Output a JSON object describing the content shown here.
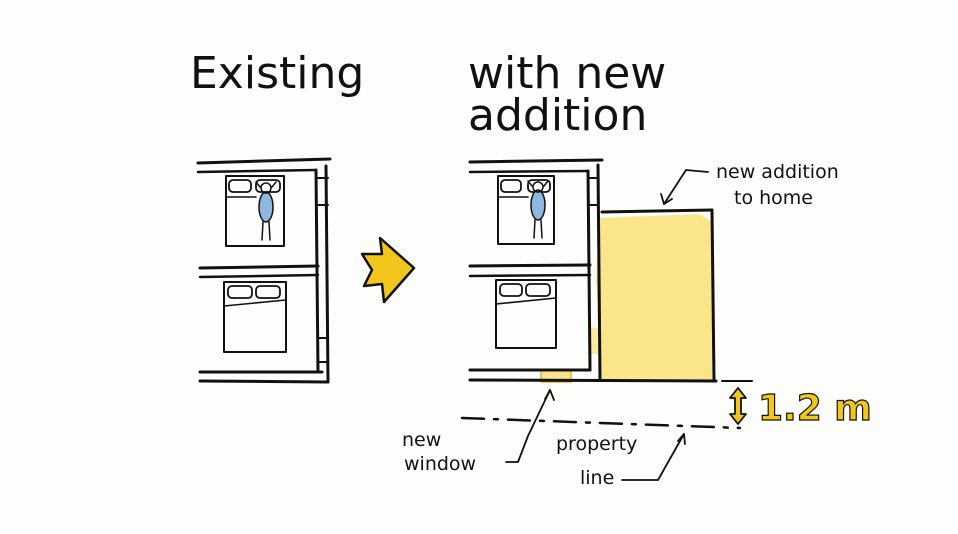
{
  "titles": {
    "existing": "Existing",
    "with_new_line1": "with new",
    "with_new_line2": "addition"
  },
  "labels": {
    "new_addition_line1": "new addition",
    "new_addition_line2": "to home",
    "new_window_line1": "new",
    "new_window_line2": "window",
    "property_line1": "property",
    "property_line2": "line",
    "setback": "1.2 m"
  },
  "colors": {
    "ink": "#111111",
    "highlight": "#fbe58a",
    "accent": "#f3c61c",
    "bed_figure": "#8fb8e0",
    "background": "#fdfdfb"
  },
  "icons": {
    "transition": "right-arrow-icon",
    "dimension": "double-arrow-icon"
  }
}
